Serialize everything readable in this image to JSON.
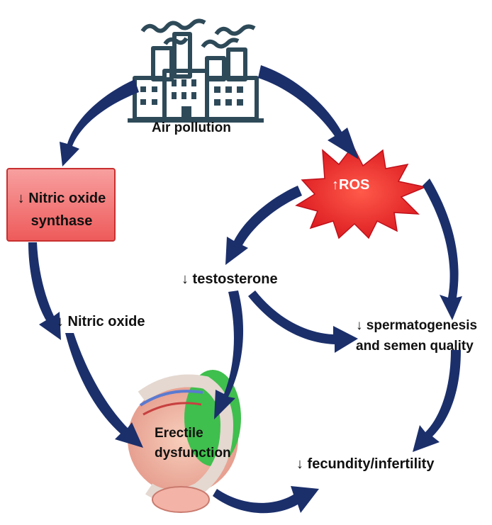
{
  "nodes": {
    "air_pollution": "Air pollution",
    "nitric_oxide_synthase": "↓ Nitric oxide synthase",
    "ros": "↑ROS",
    "testosterone": "↓ testosterone",
    "spermatogenesis": "↓ spermatogenesis and semen quality",
    "nitric_oxide": "↓ Nitric oxide",
    "erectile_dysfunction": "Erectile dysfunction",
    "fecundity": "↓ fecundity/infertility"
  },
  "icons": {
    "factory": "factory-icon",
    "ros_burst": "starburst-icon",
    "anatomy": "penis-anatomy-illustration"
  },
  "colors": {
    "arrow": "#1b2f6b",
    "factory": "#2e4a59",
    "nos_box_fill": "#f26d6d",
    "nos_box_border": "#d93030",
    "ros_fill": "#e8242b",
    "text": "#111111"
  }
}
